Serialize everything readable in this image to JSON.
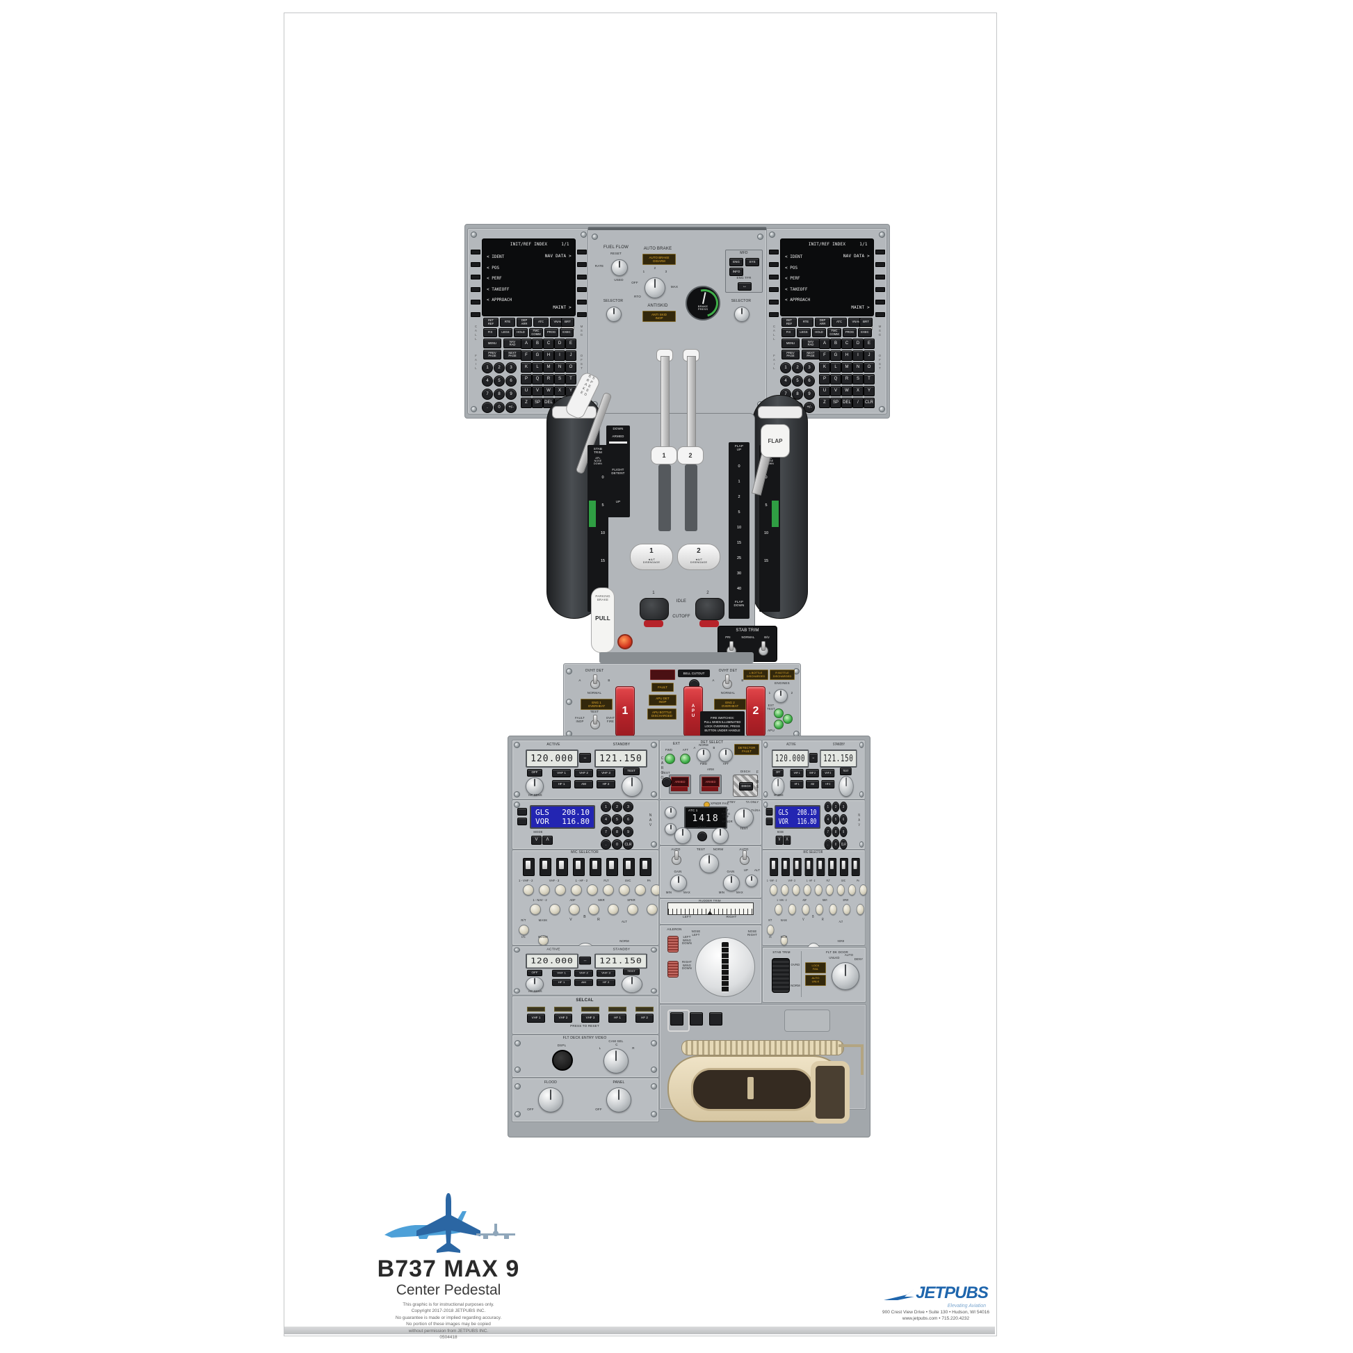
{
  "page": {
    "title_aircraft": "B737 MAX 9",
    "title_panel": "Center Pedestal",
    "disclaimer": [
      "This graphic is for instructional purposes only.",
      "Copyright 2017-2018 JETPUBS INC.",
      "No guarantee is made or implied regarding accuracy.",
      "No portion of these images may be copied",
      "without permission from JETPUBS INC.",
      "0504418"
    ],
    "brand": {
      "name": "JETPUBS",
      "tagline": "Elevating Aviation",
      "address": "900 Crest View Drive • Suite 130 • Hudson, WI 54016",
      "contact": "www.jetpubs.com • 715.220.4232"
    }
  },
  "colors": {
    "accent_blue": "#1f66ad",
    "fire_red": "#c3262c",
    "amber": "#e2aa2c",
    "green": "#3fae49",
    "lcd_blue": "#2325b2"
  },
  "cdu": {
    "screen": {
      "title": "INIT/REF INDEX",
      "page": "1/1",
      "left_items": [
        "< IDENT",
        "< POS",
        "< PERF",
        "< TAKEOFF",
        "< APPROACH"
      ],
      "nav_data": "NAV DATA >",
      "maint": "MAINT >"
    },
    "lsk": [
      "",
      "",
      "",
      "",
      "",
      ""
    ],
    "side_left1": "CALL",
    "side_left2": "FAIL",
    "side_right1": "MSG",
    "side_right2": "OFST",
    "brt": "BRT",
    "fn1": [
      "INIT\nREF",
      "RTE",
      "DEP\nARR",
      "ATC",
      "VNAV"
    ],
    "fn2": [
      "FIX",
      "LEGS",
      "HOLD",
      "FMC\nCOMM",
      "PROG",
      "EXEC"
    ],
    "fn3": [
      "MENU",
      "NAV\nRAD"
    ],
    "fn4": [
      "PREV\nPAGE",
      "NEXT\nPAGE"
    ],
    "digits": [
      "1",
      "2",
      "3",
      "4",
      "5",
      "6",
      "7",
      "8",
      "9",
      ".",
      "0",
      "+/-"
    ],
    "alpha": [
      "A",
      "B",
      "C",
      "D",
      "E",
      "F",
      "G",
      "H",
      "I",
      "J",
      "K",
      "L",
      "M",
      "N",
      "O",
      "P",
      "Q",
      "R",
      "S",
      "T",
      "U",
      "V",
      "W",
      "X",
      "Y",
      "Z",
      "SP",
      "DEL",
      "/",
      "CLR"
    ]
  },
  "aux": {
    "fuel_flow": {
      "title": "FUEL FLOW",
      "reset": "RESET",
      "rate": "RATE",
      "used": "USED"
    },
    "auto_brake": {
      "title": "AUTO BRAKE",
      "annunciator": "AUTO BRAKE\nDISARM",
      "rto": "RTO",
      "off": "OFF",
      "p1": "1",
      "p2": "2",
      "p3": "3",
      "max": "MAX"
    },
    "antiskid": {
      "title": "ANTISKID",
      "annunciator": "ANTI SKID\nINOP"
    },
    "gauge_label": "BRAKE\nPRESS",
    "mfd": {
      "title": "MFD",
      "eng": "ENG",
      "sys": "SYS",
      "info": "INFO",
      "tfr": "ENG TFR",
      "arrow": "↔"
    },
    "selector": "SELECTOR"
  },
  "throttle": {
    "speed_brake": "SPEED BRAKE",
    "sb_down": "DOWN",
    "sb_armed": "ARMED",
    "sb_detent": "FLIGHT\nDETENT",
    "sb_up": "UP",
    "stab_title": "STAB\nTRIM",
    "stab_sub": "APL\nNOSE\nDOWN",
    "stab_marks": [
      "0",
      "5",
      "10",
      "15"
    ],
    "lever1": "1",
    "lever2": "2",
    "at1": "1",
    "at2": "2",
    "at_label": "◄A/T\nDISENGAGE",
    "flap_handle": "FLAP",
    "flap_up": "FLAP\nUP",
    "flap_marks": [
      "0",
      "1",
      "2",
      "5",
      "10",
      "15",
      "25",
      "30",
      "40"
    ],
    "flap_down": "FLAP\nDOWN",
    "fuel1": "1",
    "fuel2": "2",
    "idle": "IDLE",
    "cutoff": "CUTOFF",
    "pb1": "PARKING\nBRAKE",
    "pb_pull": "PULL",
    "cutout_title": "STAB TRIM",
    "pri": "PRI",
    "normal": "NORMAL",
    "bu": "B/U"
  },
  "fire": {
    "ovht_det": "OVHT DET",
    "a": "A",
    "b": "B",
    "normal": "NORMAL",
    "eng1": "ENG 1\nOVERHEAT",
    "eng2": "ENG 2\nOVERHEAT",
    "test": "TEST",
    "fault_inop": "FAULT\nINOP",
    "ovht_fire": "OVHT\nFIRE",
    "handle1": "1",
    "apu": "APU",
    "handle2": "2",
    "fault": "FAULT",
    "apu_det": "APU DET\nINOP",
    "apu_bottle": "APU BOTTLE\nDISCHARGED",
    "bell": "BELL CUTOUT",
    "l_bottle": "L BOTTLE\nDISCHARGED",
    "r_bottle": "R BOTTLE\nDISCHARGED",
    "engines": "ENGINES",
    "ext_test": "EXT\nTEST",
    "n1": "1",
    "n2": "2",
    "apu_lbl": "APU",
    "placard": "FIRE SWITCHES:\nPULL WHEN ILLUMINATED\nLOCK OVERRIDE, PRESS\nBUTTON UNDER HANDLE"
  },
  "comm": {
    "active": "ACTIVE",
    "standby": "STANDBY",
    "freq_active": "120.000",
    "freq_standby": "121.150",
    "transfer": "↔",
    "off": "OFF",
    "buttons": [
      "VHF 1",
      "VHF 2",
      "VHF 3",
      "HF 1",
      "AM",
      "HF 2"
    ],
    "test": "TEST",
    "hf_sens": "HF SENS"
  },
  "nav": {
    "l1": "GLS",
    "v1": "208.10",
    "l2": "VOR",
    "v2": "116.80",
    "mode": "MODE",
    "up": "Λ",
    "dn": "V",
    "keys": [
      "1",
      "2",
      "3",
      "4",
      "5",
      "6",
      "7",
      "8",
      "9",
      ".",
      "0",
      "CLR"
    ],
    "side": "NAV"
  },
  "audio": {
    "title": "MIC SELECTOR",
    "mics": [
      "",
      "",
      "",
      "",
      "",
      "",
      "",
      ""
    ],
    "mic_labels": [
      "1 - VHF - 2",
      "VHF - 3",
      "1 - HF - 2",
      "FLT",
      "SVC",
      "PA"
    ],
    "rcv1": [
      "",
      "",
      "",
      "",
      "",
      "",
      "",
      "",
      ""
    ],
    "rcv_labels": [
      "1 - NAV - 2",
      "ADF",
      "MKR",
      "SPKR"
    ],
    "rcv2": [
      "",
      "",
      "",
      "",
      "",
      "",
      ""
    ],
    "rt": "R/T",
    "ic": "I/C",
    "mask": "MASK",
    "boom": "BOOM",
    "v": "V",
    "b": "B",
    "r": "R",
    "alt": "ALT",
    "norm": "NORM"
  },
  "cargo": {
    "side": "CARGO",
    "fire_side": "FIRE",
    "ext": "EXT",
    "fwd": "FWD",
    "aft": "AFT",
    "det_select": "DET SELECT",
    "det_a": "A",
    "det_norm": "NORM",
    "det_b": "B",
    "arm": "ARM",
    "armed": "ARMED",
    "disch": "DISCH",
    "detector_fault": "DETECTOR\nFAULT",
    "test": "TEST"
  },
  "atc": {
    "fail": "XPNDR FAIL",
    "line1": "ATC 1",
    "code": "1418",
    "ident": "IDENT",
    "stby": "STBY",
    "alt_rptg": "ALT RPTG\nOFF",
    "xpndr": "XPNDR",
    "ta_only": "TA ONLY",
    "tara": "TA/RA",
    "test": "TEST"
  },
  "wxr": {
    "auto": "AUTO",
    "test": "TEST",
    "norm": "NORM",
    "gain": "GAIN",
    "min": "MIN",
    "max": "MAX",
    "up": "UP",
    "alt": "ALT"
  },
  "rudder": {
    "title": "RUDDER  TRIM",
    "left": "LEFT",
    "right": "RIGHT",
    "aileron": "AILERON",
    "lwd": "LEFT\nWING\nDOWN",
    "rwd": "RIGHT\nWING\nDOWN",
    "nose_left": "NOSE\nLEFT",
    "nose_right": "NOSE\nRIGHT"
  },
  "stabdoor": {
    "stab": "STAB TRIM",
    "ovrd": "OVRD",
    "norm": "NORM",
    "door": "FLT DK DOOR",
    "lock_fail": "LOCK\nFAIL",
    "auto_unlk": "AUTO\nUNLK",
    "unlkd": "UNLKD",
    "auto": "AUTO",
    "deny": "DENY"
  },
  "selcal": {
    "title": "SELCAL",
    "buttons": [
      "VHF 1",
      "VHF 2",
      "VHF 3",
      "HF 1",
      "HF 2"
    ],
    "reset": "PRESS TO RESET"
  },
  "video": {
    "title": "FLT DECK ENTRY VIDEO",
    "dspl": "DSPL",
    "cam_sel": "CAM SEL",
    "l": "L",
    "c": "C",
    "r": "R"
  },
  "lights": {
    "flood": "FLOOD",
    "panel": "PANEL",
    "off": "OFF"
  }
}
